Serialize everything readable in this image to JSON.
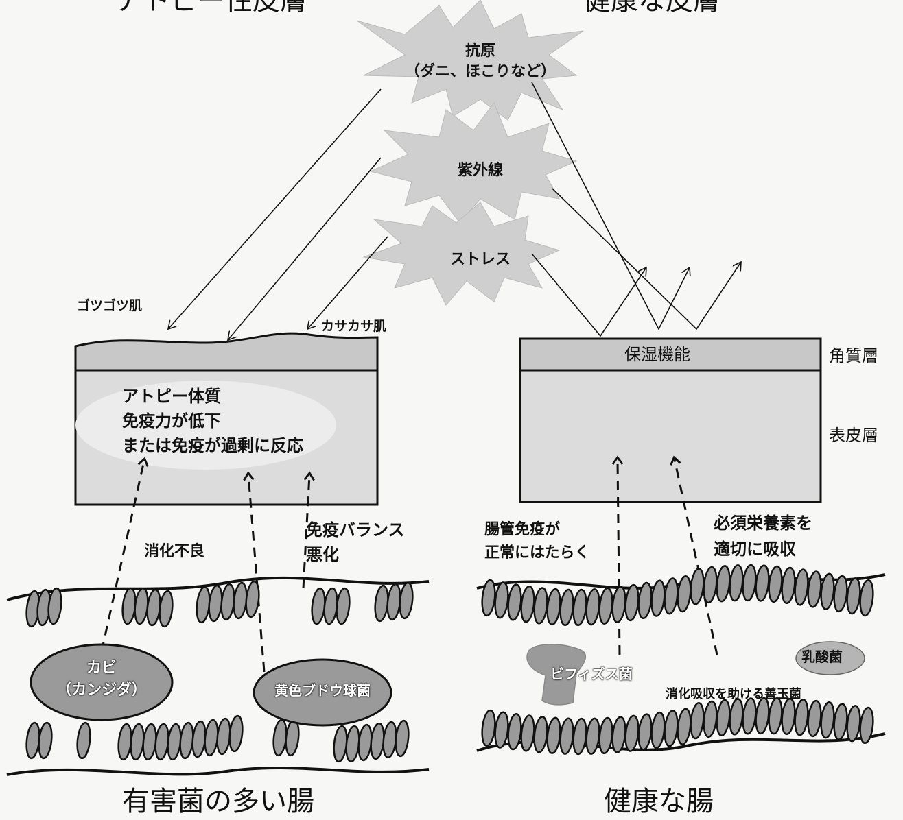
{
  "titles": {
    "left_top": "アトピー性皮膚",
    "right_top": "健康な皮膚",
    "left_bottom": "有害菌の多い腸",
    "right_bottom": "健康な腸"
  },
  "stressors": {
    "antigen_line1": "抗原",
    "antigen_line2": "（ダニ、ほこりなど）",
    "uv": "紫外線",
    "stress": "ストレス"
  },
  "skin_left": {
    "rough": "ゴツゴツ肌",
    "dry": "カサカサ肌",
    "line1": "アトピー体質",
    "line2": "免疫力が低下",
    "line3": "または免疫が過剰に反応"
  },
  "skin_right": {
    "moisture": "保湿機能",
    "stratum": "角質層",
    "epidermis": "表皮層"
  },
  "gut_left": {
    "indigestion": "消化不良",
    "immune_line1": "免疫バランス",
    "immune_line2": "悪化",
    "candida_line1": "カビ",
    "candida_line2": "（カンジダ）",
    "staph": "黄色ブドウ球菌"
  },
  "gut_right": {
    "immune_line1": "腸管免疫が",
    "immune_line2": "正常にはたらく",
    "nutrient_line1": "必須栄養素を",
    "nutrient_line2": "適切に吸収",
    "bifido": "ビフィズス菌",
    "lactic": "乳酸菌",
    "good_bacteria": "消化吸収を助ける善玉菌"
  }
}
